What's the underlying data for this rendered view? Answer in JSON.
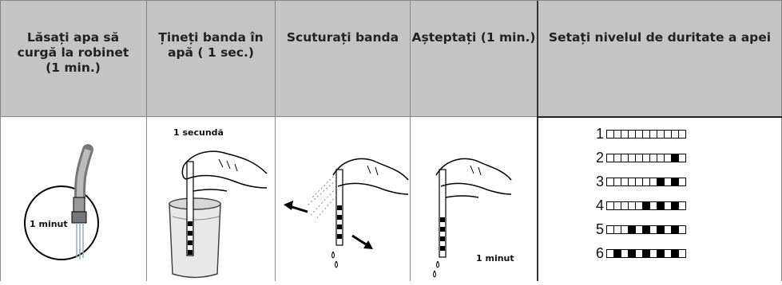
{
  "columns": [
    {
      "header": "Lăsați apa să curgă la robinet (1 min.)",
      "lines": [
        "Lăsați apa să",
        "curgă la robinet",
        "(1 min.)"
      ],
      "caption": "1 minut"
    },
    {
      "header": "Țineți banda în apă ( 1 sec.)",
      "lines": [
        "Țineți banda în",
        "apă ( 1 sec.)"
      ],
      "caption": "1 secundă"
    },
    {
      "header": "Scuturați banda",
      "lines": [
        "Scuturați banda"
      ]
    },
    {
      "header": "Așteptați (1 min.)",
      "lines": [
        "Așteptați (1 min.)"
      ],
      "caption": "1 minut"
    },
    {
      "header": "Setați nivelul de duritate a apei",
      "lines": [
        "Setați nivelul de duritate a apei"
      ]
    }
  ],
  "levels": [
    {
      "num": "1",
      "filled": 0
    },
    {
      "num": "2",
      "filled": 1
    },
    {
      "num": "3",
      "filled": 2
    },
    {
      "num": "4",
      "filled": 3
    },
    {
      "num": "5",
      "filled": 4
    },
    {
      "num": "6",
      "filled": 5
    }
  ]
}
